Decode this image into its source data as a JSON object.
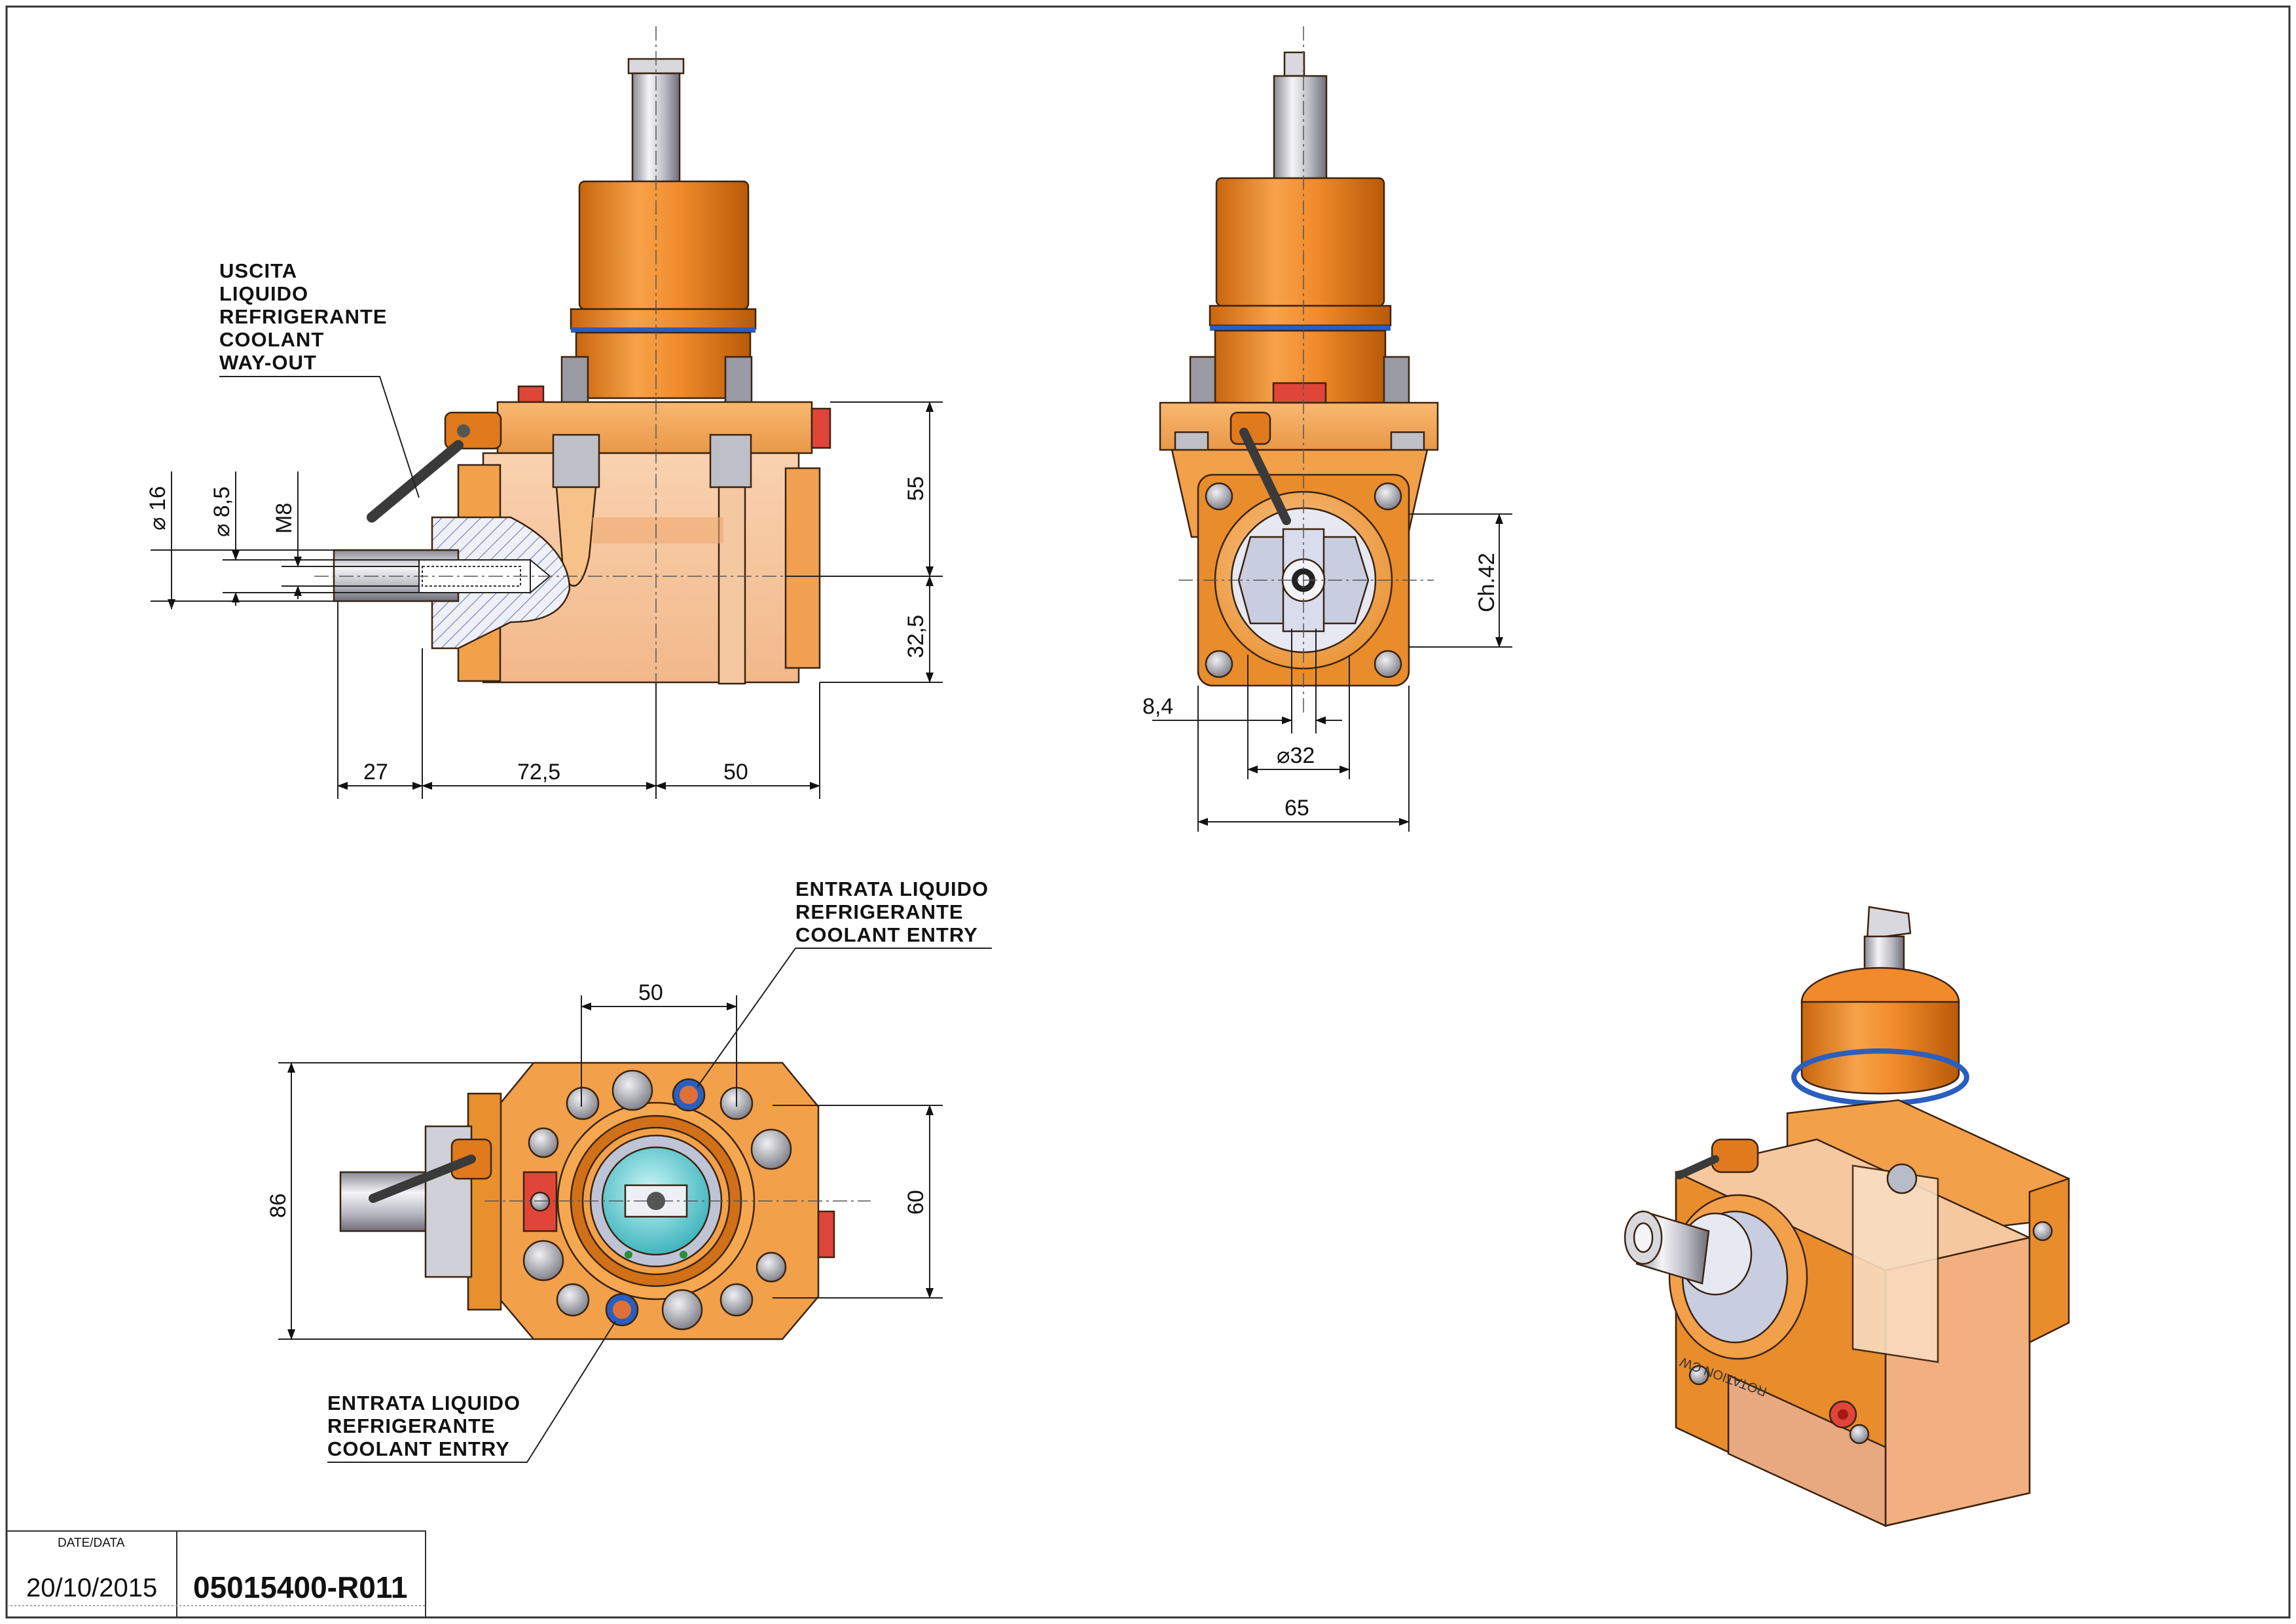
{
  "colors": {
    "body_orange": "#f2a04a",
    "body_orange_dark": "#e07a1c",
    "body_light": "#f6c9a0",
    "steel": "#c8c8d0",
    "coolant_port_red": "#e0453a",
    "seal_blue": "#2a5fbf",
    "collet_cyan": "#39c0c8"
  },
  "labels": {
    "coolant_way_out": [
      "USCITA",
      "LIQUIDO",
      "REFRIGERANTE",
      "COOLANT",
      "WAY-OUT"
    ],
    "coolant_entry_top": [
      "ENTRATA LIQUIDO",
      "REFRIGERANTE",
      "COOLANT ENTRY"
    ],
    "coolant_entry_bottom": [
      "ENTRATA LIQUIDO",
      "REFRIGERANTE",
      "COOLANT ENTRY"
    ]
  },
  "dimensions": {
    "side": {
      "d16": "16",
      "d8_5": "8,5",
      "m8": "M8",
      "h55": "55",
      "h32_5": "32,5",
      "w27": "27",
      "w72_5": "72,5",
      "w50": "50"
    },
    "front": {
      "ch42": "Ch.42",
      "w8_4": "8,4",
      "d32": "32",
      "w65": "65"
    },
    "top": {
      "w50": "50",
      "h86": "86",
      "h60": "60"
    }
  },
  "title_block": {
    "date_label": "DATE/DATA",
    "date": "20/10/2015",
    "code": "05015400-R011"
  },
  "iso_view": {
    "engraving": "ROTATION CW"
  }
}
